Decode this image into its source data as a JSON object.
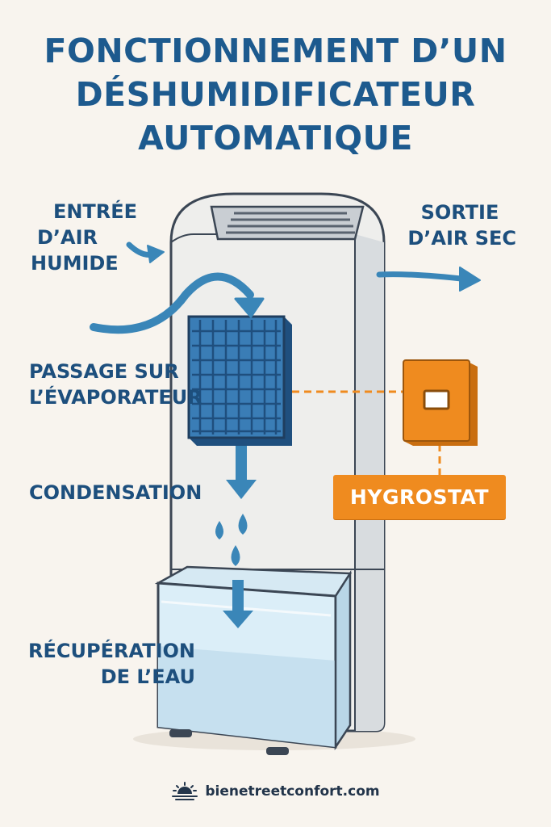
{
  "title": {
    "line1": "FONCTIONNEMENT D’UN",
    "line2": "DÉSHUMIDIFICATEUR",
    "line3": "AUTOMATIQUE"
  },
  "labels": {
    "air_in": {
      "line1": "ENTRÉE",
      "line2": "D’AIR",
      "line3": "HUMIDE"
    },
    "air_out": {
      "line1": "SORTIE",
      "line2": "D’AIR SEC"
    },
    "evaporator": {
      "line1": "PASSAGE SUR",
      "line2": "L’ÉVAPORATEUR"
    },
    "condensation": "CONDENSATION",
    "water": {
      "line1": "RÉCUPÉRATION",
      "line2": "DE L’EAU"
    },
    "hygrostat": "HYGROSTAT"
  },
  "footer": {
    "site": "bienetreetconfort.com"
  },
  "colors": {
    "title": "#1d5a8e",
    "arrow": "#3a86b8",
    "filter": "#2f6fa3",
    "hygrostat": "#ef8b1f",
    "background": "#f8f4ee",
    "tank_water": "#c6e0ef"
  }
}
